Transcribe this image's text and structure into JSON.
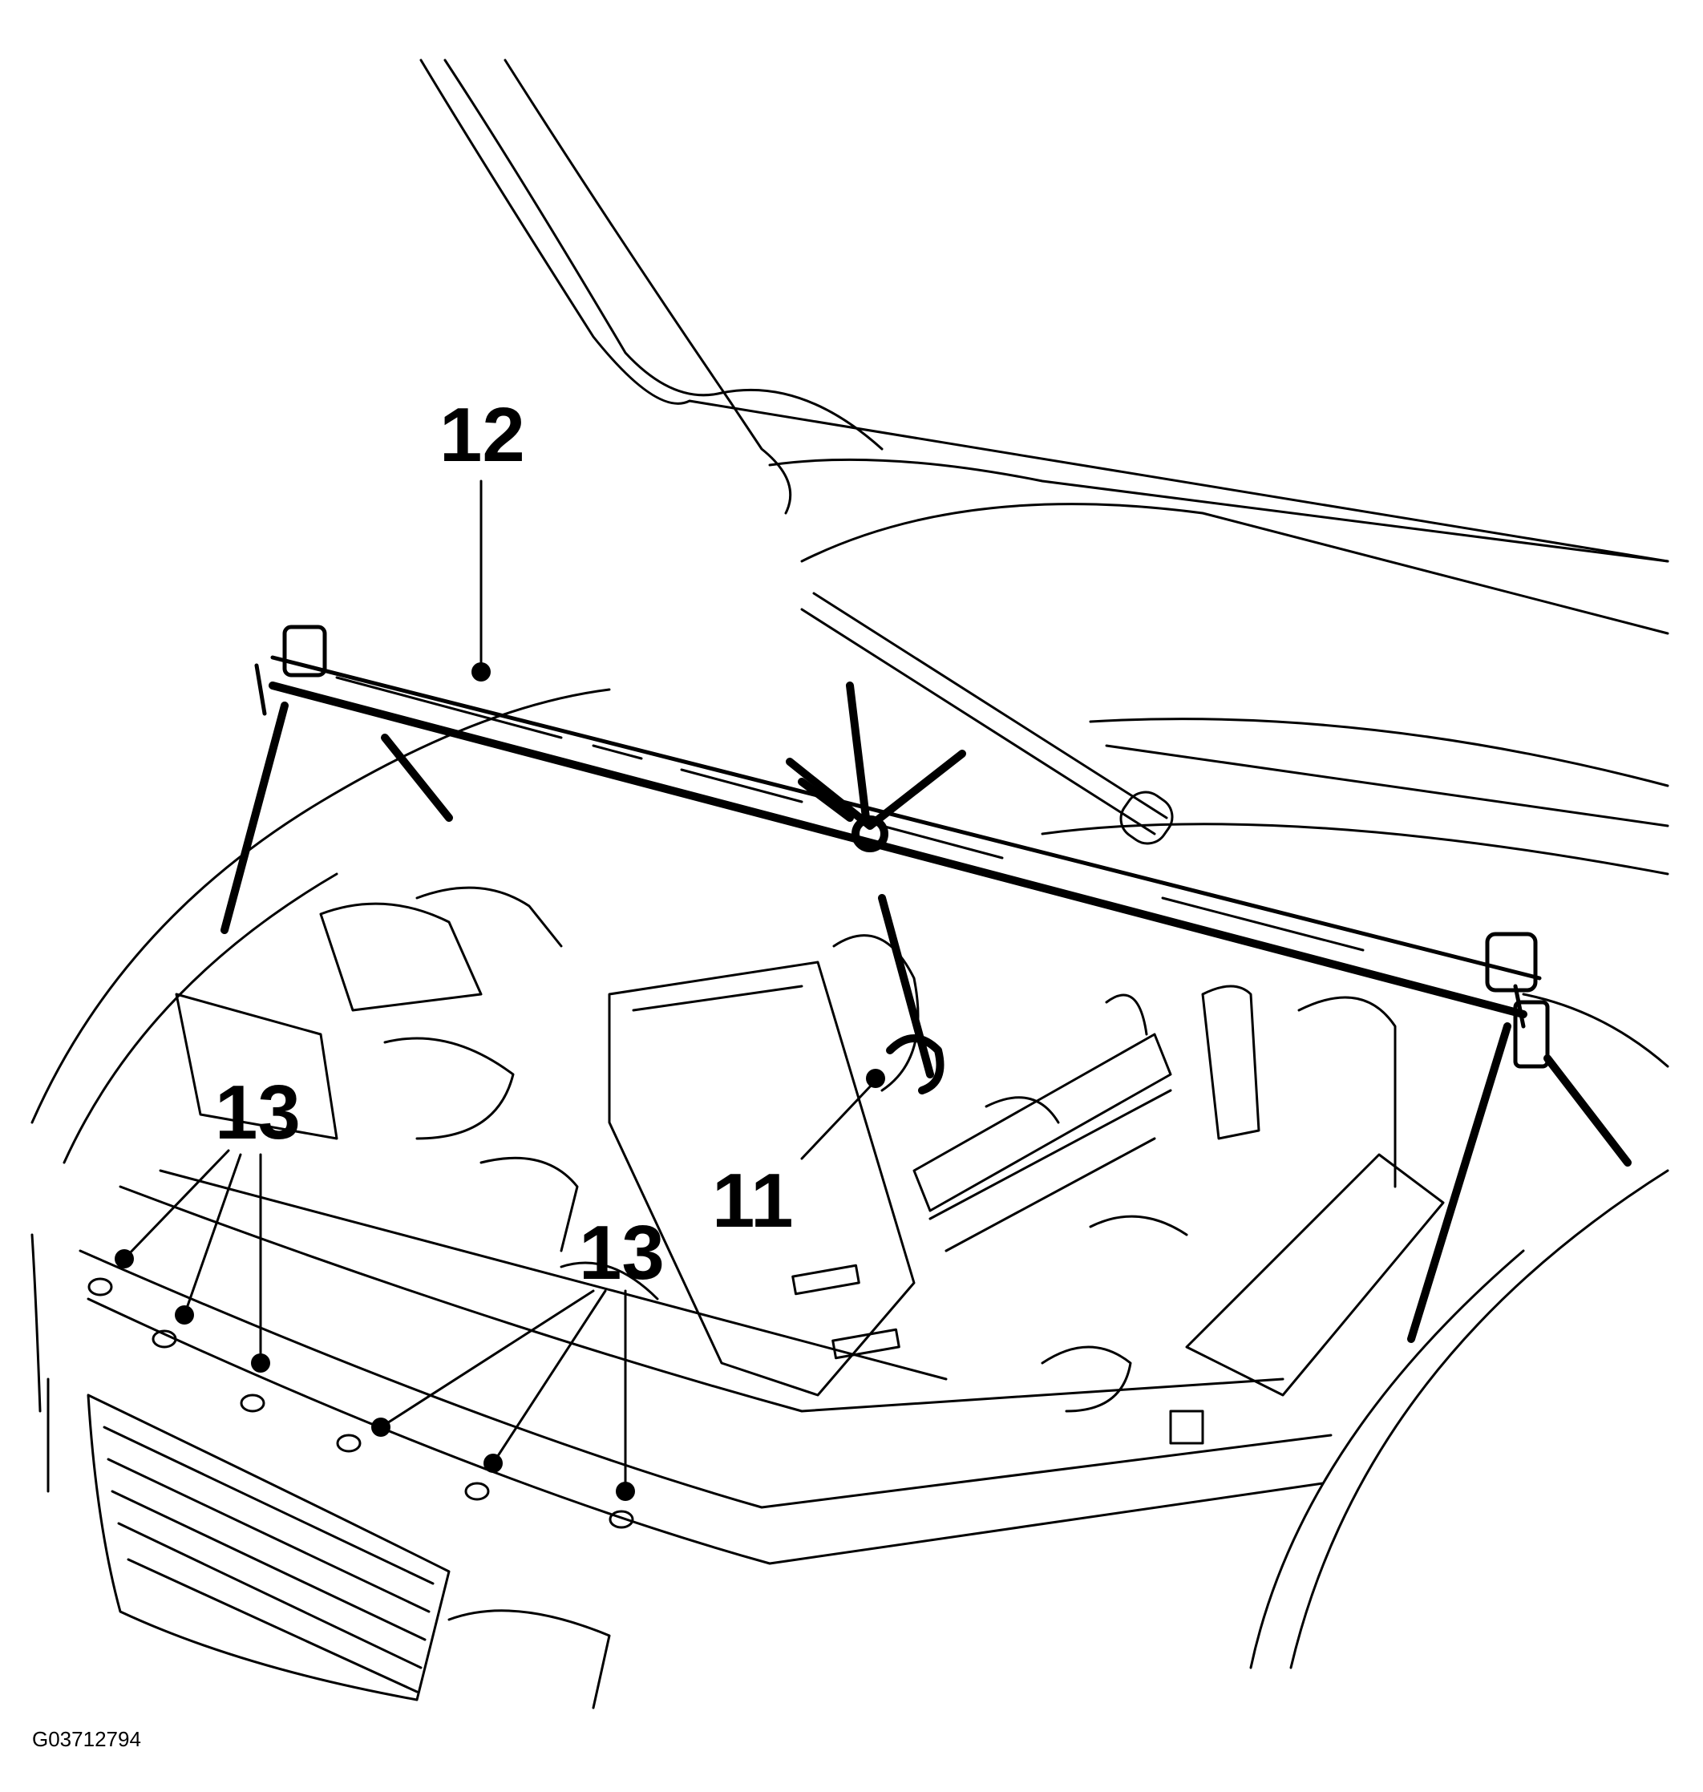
{
  "figure": {
    "figure_id": "G03712794",
    "callouts": {
      "c11": "11",
      "c12": "12",
      "c13_left": "13",
      "c13_right": "13"
    },
    "parts": {
      "support_bar": "engine support bar",
      "lifting_hook": "lifting hook with wing nut",
      "fasteners": "front panel fasteners"
    }
  }
}
